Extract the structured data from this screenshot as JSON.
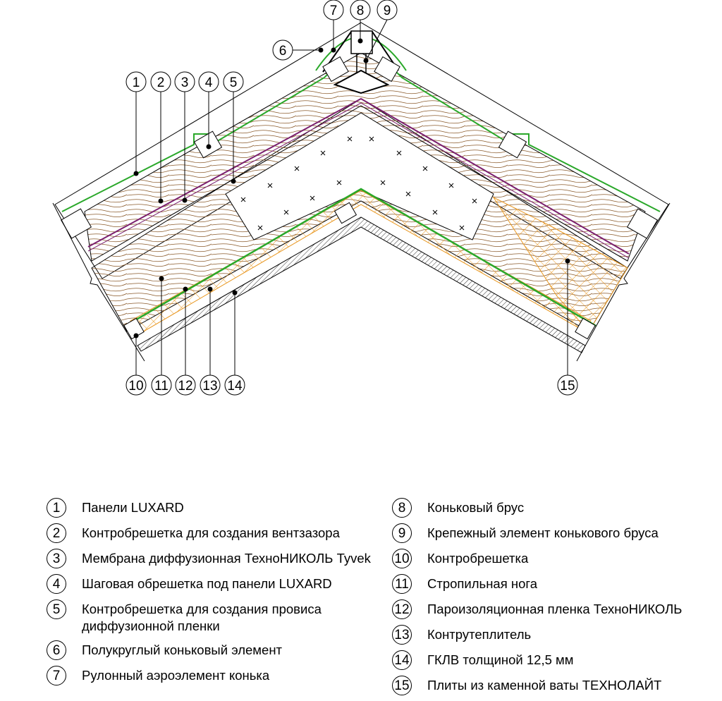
{
  "callouts": [
    {
      "num": "1"
    },
    {
      "num": "2"
    },
    {
      "num": "3"
    },
    {
      "num": "4"
    },
    {
      "num": "5"
    },
    {
      "num": "6"
    },
    {
      "num": "7"
    },
    {
      "num": "8"
    },
    {
      "num": "9"
    },
    {
      "num": "10"
    },
    {
      "num": "11"
    },
    {
      "num": "12"
    },
    {
      "num": "13"
    },
    {
      "num": "14"
    },
    {
      "num": "15"
    }
  ],
  "legend": [
    {
      "num": "1",
      "text": "Панели LUXARD"
    },
    {
      "num": "2",
      "text": "Контробрешетка для создания вентзазора"
    },
    {
      "num": "3",
      "text": "Мембрана диффузионная ТехноНИКОЛЬ Tyvek"
    },
    {
      "num": "4",
      "text": "Шаговая обрешетка под панели LUXARD"
    },
    {
      "num": "5",
      "text": "Контробрешетка для создания провиса\nдиффузионной пленки"
    },
    {
      "num": "6",
      "text": "Полукруглый коньковый элемент"
    },
    {
      "num": "7",
      "text": "Рулонный аэроэлемент конька"
    },
    {
      "num": "8",
      "text": "Коньковый брус"
    },
    {
      "num": "9",
      "text": "Крепежный элемент конькового бруса"
    },
    {
      "num": "10",
      "text": "Контробрешетка"
    },
    {
      "num": "11",
      "text": "Стропильная нога"
    },
    {
      "num": "12",
      "text": "Пароизоляционная пленка ТехноНИКОЛЬ"
    },
    {
      "num": "13",
      "text": "Контрутеплитель"
    },
    {
      "num": "14",
      "text": "ГКЛВ толщиной 12,5 мм"
    },
    {
      "num": "15",
      "text": "Плиты из каменной ваты ТЕХНОЛАЙТ"
    }
  ],
  "colors": {
    "wood": "#8a5a2b",
    "membrane": "#7a1f6e",
    "panel": "#2aa82a",
    "insulation": "#e8961e",
    "line": "#000000"
  }
}
